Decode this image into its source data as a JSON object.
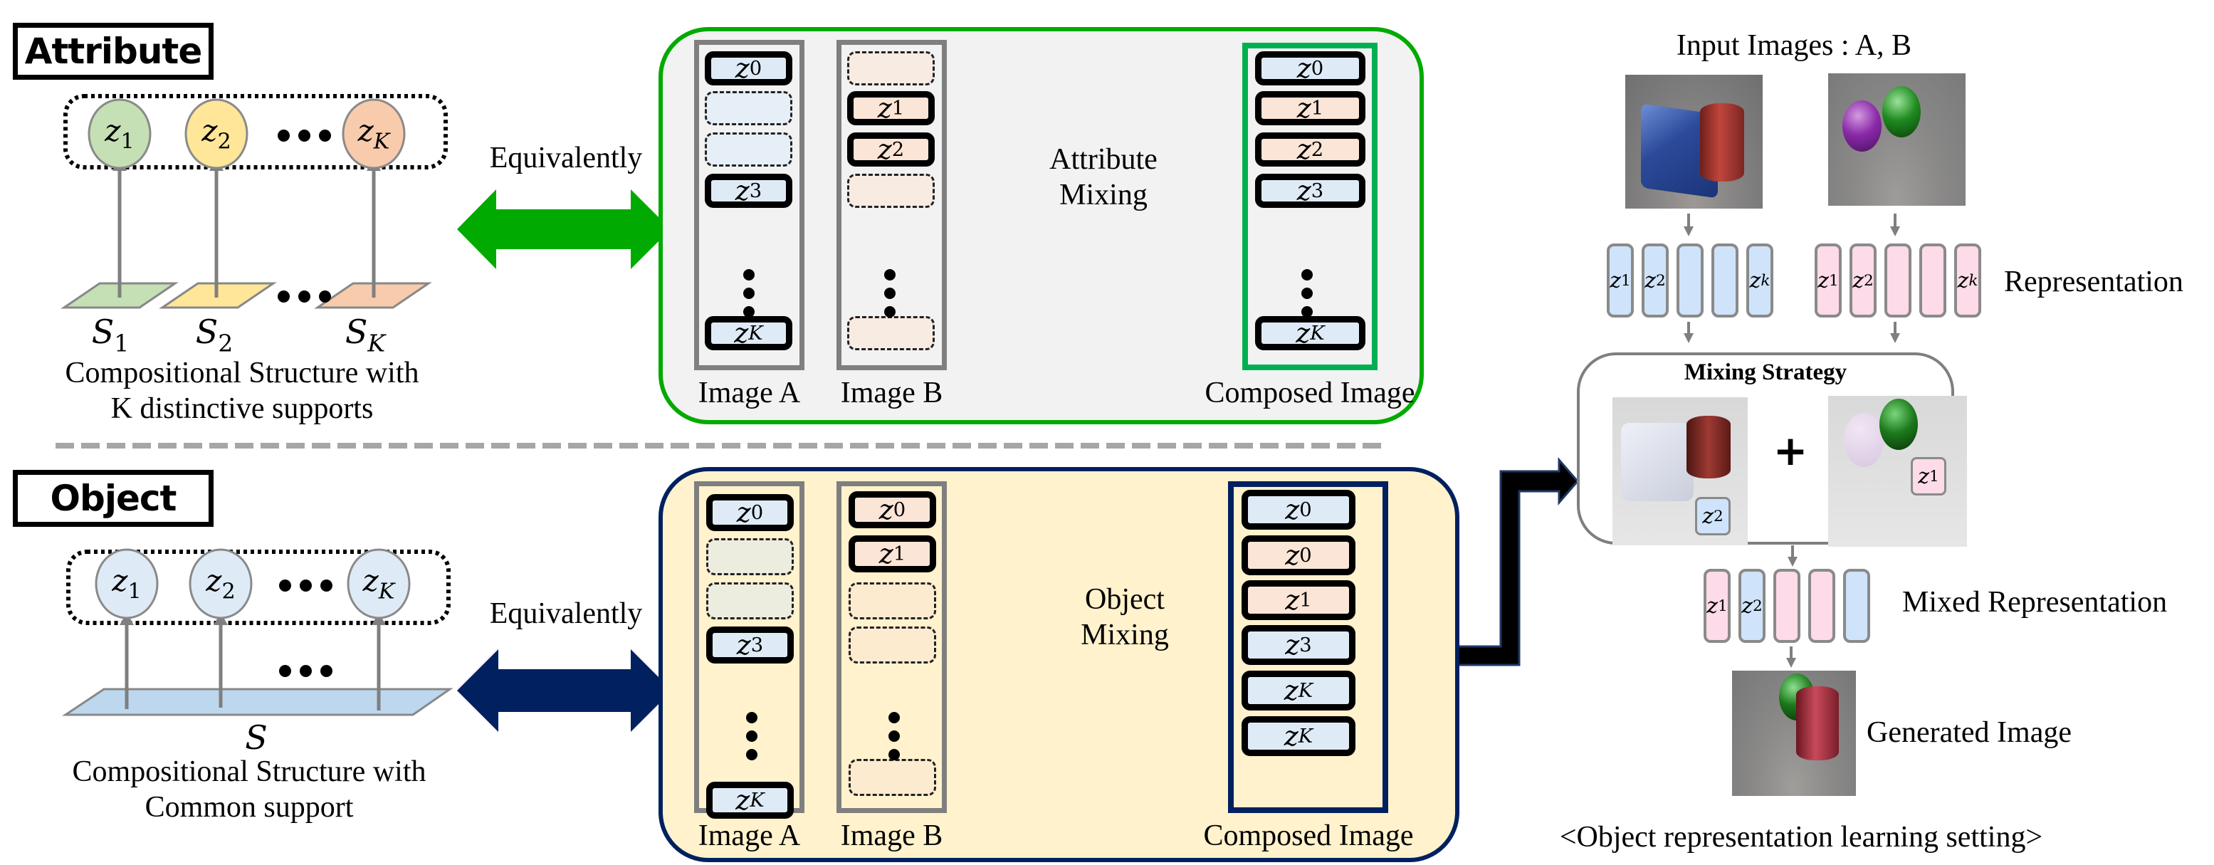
{
  "attribute_section": {
    "label": "Attribute",
    "latents": [
      {
        "var": "z",
        "sub": "1",
        "color": "#c5e0b4"
      },
      {
        "var": "z",
        "sub": "2",
        "color": "#ffe699"
      },
      {
        "var": "z",
        "sub": "K",
        "color": "#f8cbad"
      }
    ],
    "supports": [
      {
        "var": "S",
        "sub": "1"
      },
      {
        "var": "S",
        "sub": "2"
      },
      {
        "var": "S",
        "sub": "K"
      }
    ],
    "caption_line1": "Compositional Structure with",
    "caption_line2": "K distinctive supports",
    "equivalence_label": "Equivalently",
    "arrow_color": "#00aa00",
    "panel": {
      "border_color": "#00aa00",
      "background": "#f2f2f2",
      "image_a": {
        "label": "Image A",
        "slots": [
          {
            "style": "solid",
            "var": "z",
            "sub": "0",
            "fill": "#deebf7"
          },
          {
            "style": "dashed",
            "var": "",
            "sub": "",
            "fill": "#e6eef7"
          },
          {
            "style": "dashed",
            "var": "",
            "sub": "",
            "fill": "#e6eef7"
          },
          {
            "style": "solid",
            "var": "z",
            "sub": "3",
            "fill": "#deebf7"
          },
          {
            "style": "solid",
            "var": "z",
            "sub": "K",
            "fill": "#deebf7"
          }
        ]
      },
      "image_b": {
        "label": "Image B",
        "slots": [
          {
            "style": "dashed",
            "var": "",
            "sub": "",
            "fill": "#f8ebe2"
          },
          {
            "style": "solid",
            "var": "z",
            "sub": "1",
            "fill": "#fbe5d6"
          },
          {
            "style": "solid",
            "var": "z",
            "sub": "2",
            "fill": "#fbe5d6"
          },
          {
            "style": "dashed",
            "var": "",
            "sub": "",
            "fill": "#f8ebe2"
          },
          {
            "style": "dashed",
            "var": "",
            "sub": "",
            "fill": "#f8ebe2"
          }
        ]
      },
      "mixing_label_line1": "Attribute",
      "mixing_label_line2": "Mixing",
      "mixing_arrow_color": "#00b050",
      "composed": {
        "label": "Composed Image",
        "border_color": "#00b050",
        "slots": [
          {
            "style": "solid",
            "var": "z",
            "sub": "0",
            "fill": "#deebf7"
          },
          {
            "style": "solid",
            "var": "z",
            "sub": "1",
            "fill": "#fbe5d6"
          },
          {
            "style": "solid",
            "var": "z",
            "sub": "2",
            "fill": "#fbe5d6"
          },
          {
            "style": "solid",
            "var": "z",
            "sub": "3",
            "fill": "#deebf7"
          },
          {
            "style": "solid",
            "var": "z",
            "sub": "K",
            "fill": "#deebf7"
          }
        ]
      }
    }
  },
  "object_section": {
    "label": "Object",
    "latents": [
      {
        "var": "z",
        "sub": "1",
        "color": "#deebf7"
      },
      {
        "var": "z",
        "sub": "2",
        "color": "#deebf7"
      },
      {
        "var": "z",
        "sub": "K",
        "color": "#deebf7"
      }
    ],
    "support": {
      "var": "S",
      "color": "#bdd7ee"
    },
    "caption_line1": "Compositional Structure with",
    "caption_line2": "Common support",
    "equivalence_label": "Equivalently",
    "arrow_color": "#002060",
    "panel": {
      "border_color": "#002060",
      "background": "#fff2cc",
      "image_a": {
        "label": "Image A",
        "slots": [
          {
            "style": "solid",
            "var": "z",
            "sub": "0",
            "fill": "#deebf7"
          },
          {
            "style": "dashed",
            "var": "",
            "sub": "",
            "fill": "#ededdf"
          },
          {
            "style": "dashed",
            "var": "",
            "sub": "",
            "fill": "#ededdf"
          },
          {
            "style": "solid",
            "var": "z",
            "sub": "3",
            "fill": "#deebf7"
          },
          {
            "style": "solid",
            "var": "z",
            "sub": "K",
            "fill": "#deebf7"
          }
        ]
      },
      "image_b": {
        "label": "Image B",
        "slots": [
          {
            "style": "solid",
            "var": "z",
            "sub": "0",
            "fill": "#fbe5d6"
          },
          {
            "style": "solid",
            "var": "z",
            "sub": "1",
            "fill": "#fbe5d6"
          },
          {
            "style": "dashed",
            "var": "",
            "sub": "",
            "fill": "#fdebd0"
          },
          {
            "style": "dashed",
            "var": "",
            "sub": "",
            "fill": "#fdebd0"
          },
          {
            "style": "dashed",
            "var": "",
            "sub": "",
            "fill": "#fdebd0"
          }
        ]
      },
      "mixing_label_line1": "Object",
      "mixing_label_line2": "Mixing",
      "mixing_arrow_color": "#002060",
      "composed": {
        "label": "Composed Image",
        "border_color": "#002060",
        "slots": [
          {
            "style": "solid",
            "var": "z",
            "sub": "0",
            "fill": "#deebf7"
          },
          {
            "style": "solid",
            "var": "z",
            "sub": "0",
            "fill": "#fbe5d6"
          },
          {
            "style": "solid",
            "var": "z",
            "sub": "1",
            "fill": "#fbe5d6"
          },
          {
            "style": "solid",
            "var": "z",
            "sub": "3",
            "fill": "#deebf7"
          },
          {
            "style": "solid",
            "var": "z",
            "sub": "K",
            "fill": "#deebf7"
          },
          {
            "style": "solid",
            "var": "z",
            "sub": "K",
            "fill": "#deebf7"
          }
        ]
      }
    }
  },
  "object_learning": {
    "input_title": "Input Images : A, B",
    "representation_label": "Representation",
    "rep_a": {
      "color": "#cfe4fa",
      "labels": [
        {
          "var": "z",
          "sub": "1"
        },
        {
          "var": "z",
          "sub": "2"
        },
        {
          "var": "",
          "sub": ""
        },
        {
          "var": "",
          "sub": ""
        },
        {
          "var": "z",
          "sub": "k"
        }
      ]
    },
    "rep_b": {
      "color": "#fddbe8",
      "labels": [
        {
          "var": "z",
          "sub": "1"
        },
        {
          "var": "z",
          "sub": "2"
        },
        {
          "var": "",
          "sub": ""
        },
        {
          "var": "",
          "sub": ""
        },
        {
          "var": "z",
          "sub": "k"
        }
      ]
    },
    "mixing_title": "Mixing Strategy",
    "plus_sign": "+",
    "mix_tag_a": {
      "var": "z",
      "sub": "2",
      "color": "#cfe4fa"
    },
    "mix_tag_b": {
      "var": "z",
      "sub": "1",
      "color": "#fddbe8"
    },
    "mixed_label": "Mixed Representation",
    "mixed_rep": [
      {
        "var": "z",
        "sub": "1",
        "color": "#fddbe8"
      },
      {
        "var": "z",
        "sub": "2",
        "color": "#cfe4fa"
      },
      {
        "var": "",
        "sub": "",
        "color": "#fddbe8"
      },
      {
        "var": "",
        "sub": "",
        "color": "#fddbe8"
      },
      {
        "var": "",
        "sub": "",
        "color": "#cfe4fa"
      }
    ],
    "generated_label": "Generated Image",
    "setting_caption": "<Object representation learning setting>"
  }
}
